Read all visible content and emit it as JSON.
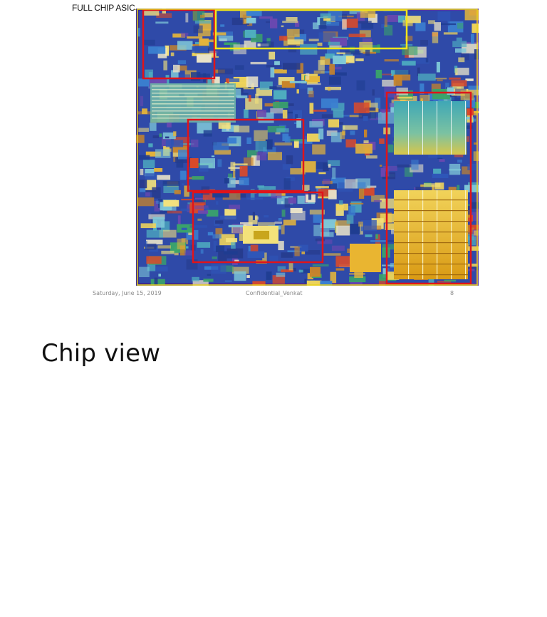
{
  "slide": {
    "title": "FULL CHIP ASIC",
    "footer_date": "Saturday, June 15, 2019",
    "footer_center": "Confidential_Venkat",
    "footer_page": "8",
    "image_name": "chip-die-photo"
  },
  "caption": "Chip view",
  "colors": {
    "highlight_red": "#e0141a",
    "highlight_yellow": "#f2e61a",
    "die_blue": "#2a3a9a",
    "die_gold": "#e2b223"
  }
}
